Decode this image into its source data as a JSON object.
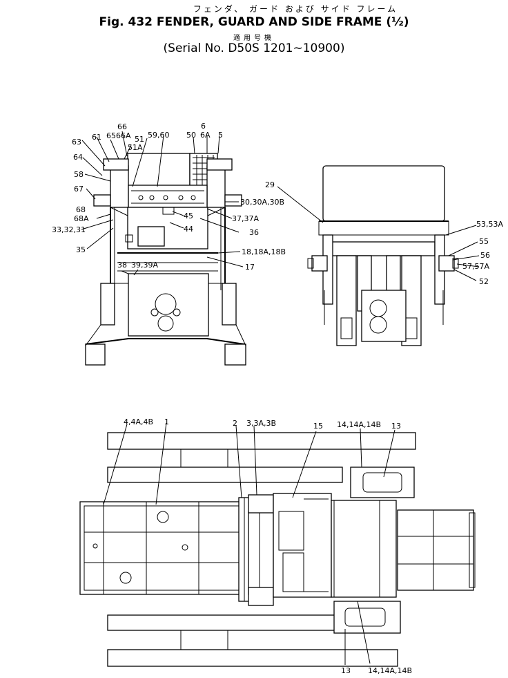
{
  "header": {
    "title_jp": "フェンダ、 ガード および サイド フレーム",
    "title_en": "Fig. 432  FENDER, GUARD AND SIDE FRAME (½)",
    "applicable_jp": "適用号機",
    "serial": "(Serial No. D50S 1201∼10900)"
  },
  "callouts": {
    "front": {
      "c66": "66",
      "c6566a": "6566A",
      "c51": "51",
      "c51a": "51A",
      "c5960": "59,60",
      "c50": "50",
      "c6": "6",
      "c6a": "6A",
      "c5": "5",
      "c63": "63",
      "c61": "61",
      "c64": "64",
      "c58": "58",
      "c67": "67",
      "c68": "68",
      "c68a": "68A",
      "c333231": "33,32,31",
      "c35": "35",
      "c3030a30b": "30,30A,30B",
      "c45": "45",
      "c3737a": "37,37A",
      "c44": "44",
      "c36": "36",
      "c1818a18b": "18,18A,18B",
      "c38": "38",
      "c3939a": "39,39A",
      "c17": "17"
    },
    "rear": {
      "c29": "29",
      "c5353a": "53,53A",
      "c55": "55",
      "c56": "56",
      "c5757a": "57,57A",
      "c52": "52"
    },
    "top": {
      "c44a4b": "4,4A,4B",
      "c1": "1",
      "c2": "2",
      "c33a3b": "3,3A,3B",
      "c15": "15",
      "c1414a14b": "14,14A,14B",
      "c13": "13",
      "c13b": "13",
      "c1414a14b_b": "14,14A,14B"
    }
  }
}
